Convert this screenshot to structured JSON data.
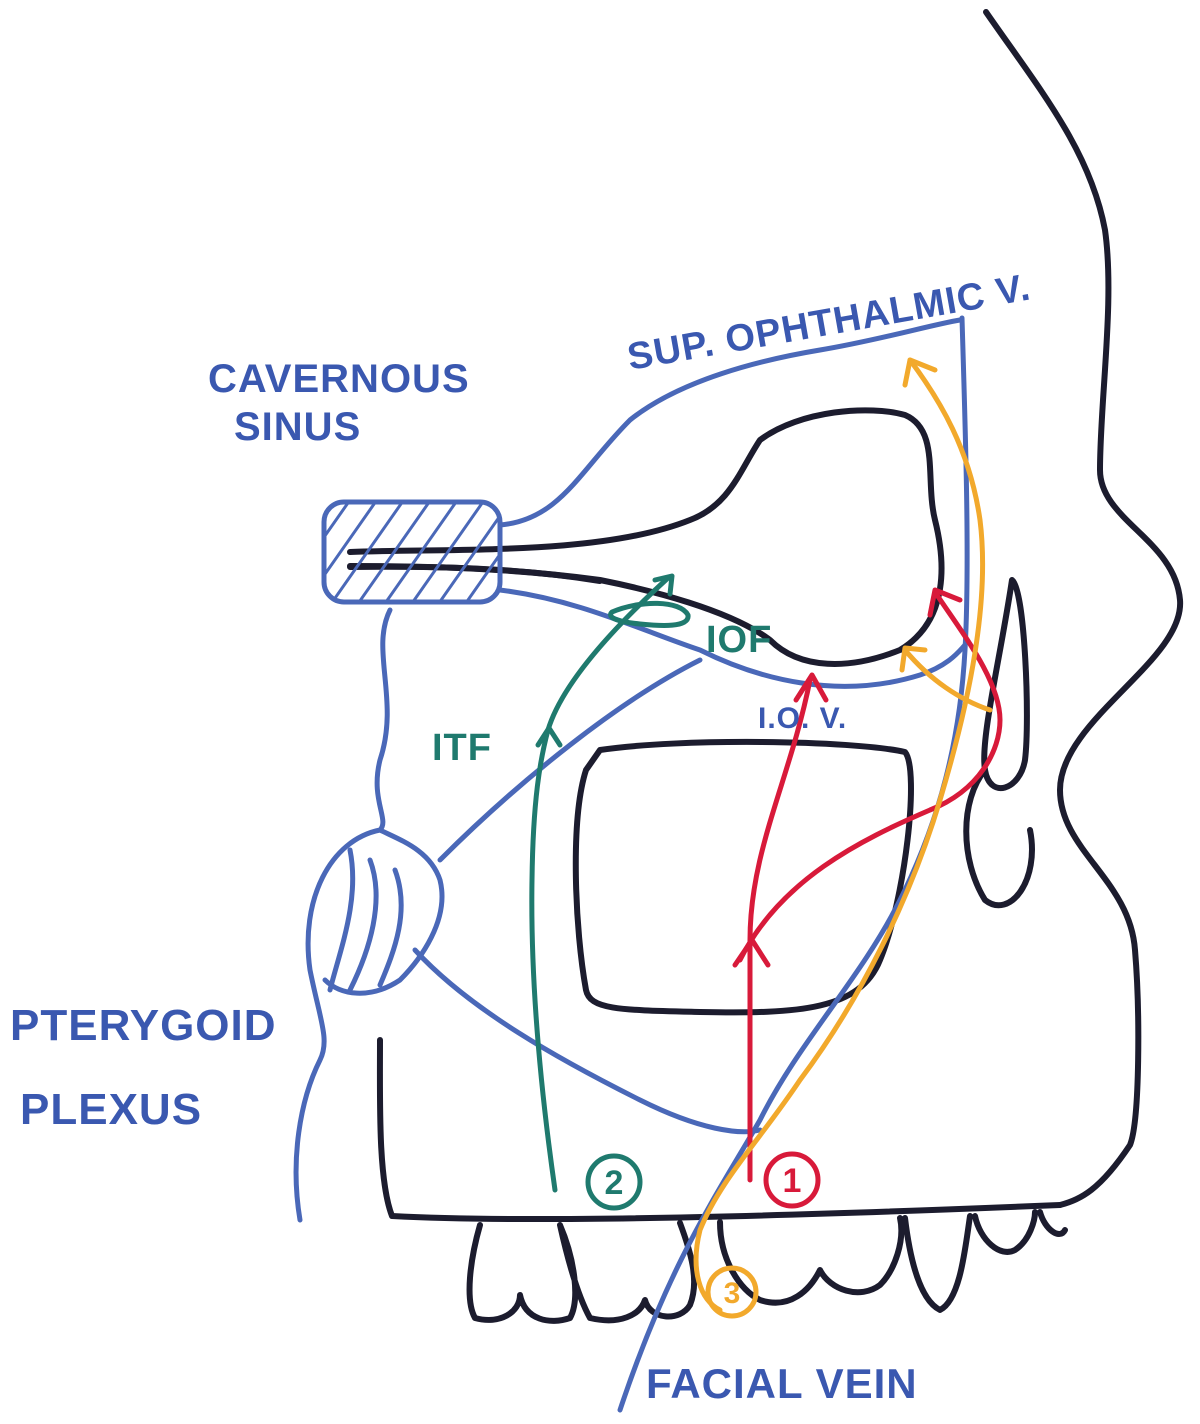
{
  "colors": {
    "bone": "#1c1c2e",
    "vein": "#4a68b8",
    "label_blue": "#3a58b0",
    "route1": "#d81a3a",
    "route2": "#1f7a6e",
    "route3": "#f2a92c"
  },
  "labels": {
    "cavernous_sinus_line1": "CAVERNOUS",
    "cavernous_sinus_line2": "SINUS",
    "sup_ophthalmic": "SUP. OPHTHALMIC V.",
    "pterygoid_line1": "PTERYGOID",
    "pterygoid_line2": "PLEXUS",
    "facial_vein": "FACIAL VEIN",
    "iof": "IOF",
    "itf": "ITF",
    "iov": "I.O. V."
  },
  "routes": [
    {
      "number": "1",
      "color_key": "route1"
    },
    {
      "number": "2",
      "color_key": "route2"
    },
    {
      "number": "3",
      "color_key": "route3"
    }
  ]
}
